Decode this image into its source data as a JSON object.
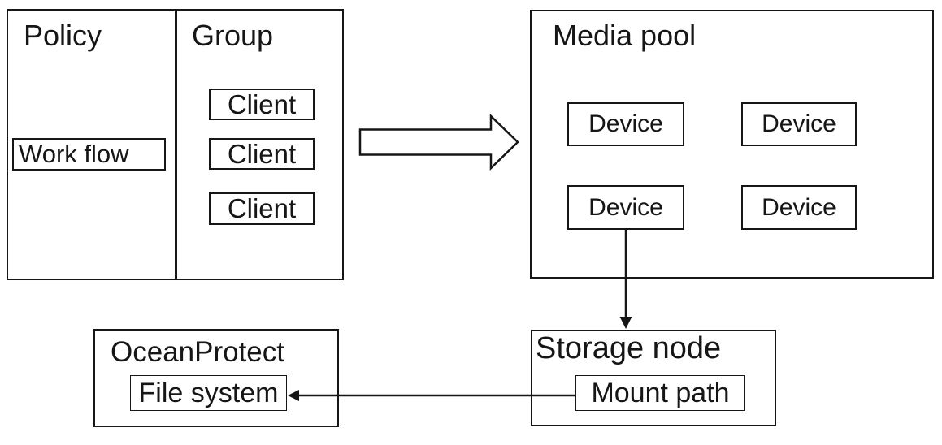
{
  "colors": {
    "line": "#161616",
    "background": "#ffffff"
  },
  "policy_group": {
    "policy_label": "Policy",
    "workflow_label": "Work flow",
    "group_label": "Group",
    "clients": [
      "Client",
      "Client",
      "Client"
    ]
  },
  "media_pool": {
    "label": "Media pool",
    "devices": [
      "Device",
      "Device",
      "Device",
      "Device"
    ]
  },
  "storage_node": {
    "label": "Storage node",
    "mount_path_label": "Mount path"
  },
  "ocean_protect": {
    "label": "OceanProtect",
    "file_system_label": "File system"
  },
  "arrows": {
    "group_to_media_pool": "hollow-right-arrow",
    "device_to_storage_node": "solid-down-arrow",
    "mount_path_to_file_system": "solid-left-arrow"
  }
}
